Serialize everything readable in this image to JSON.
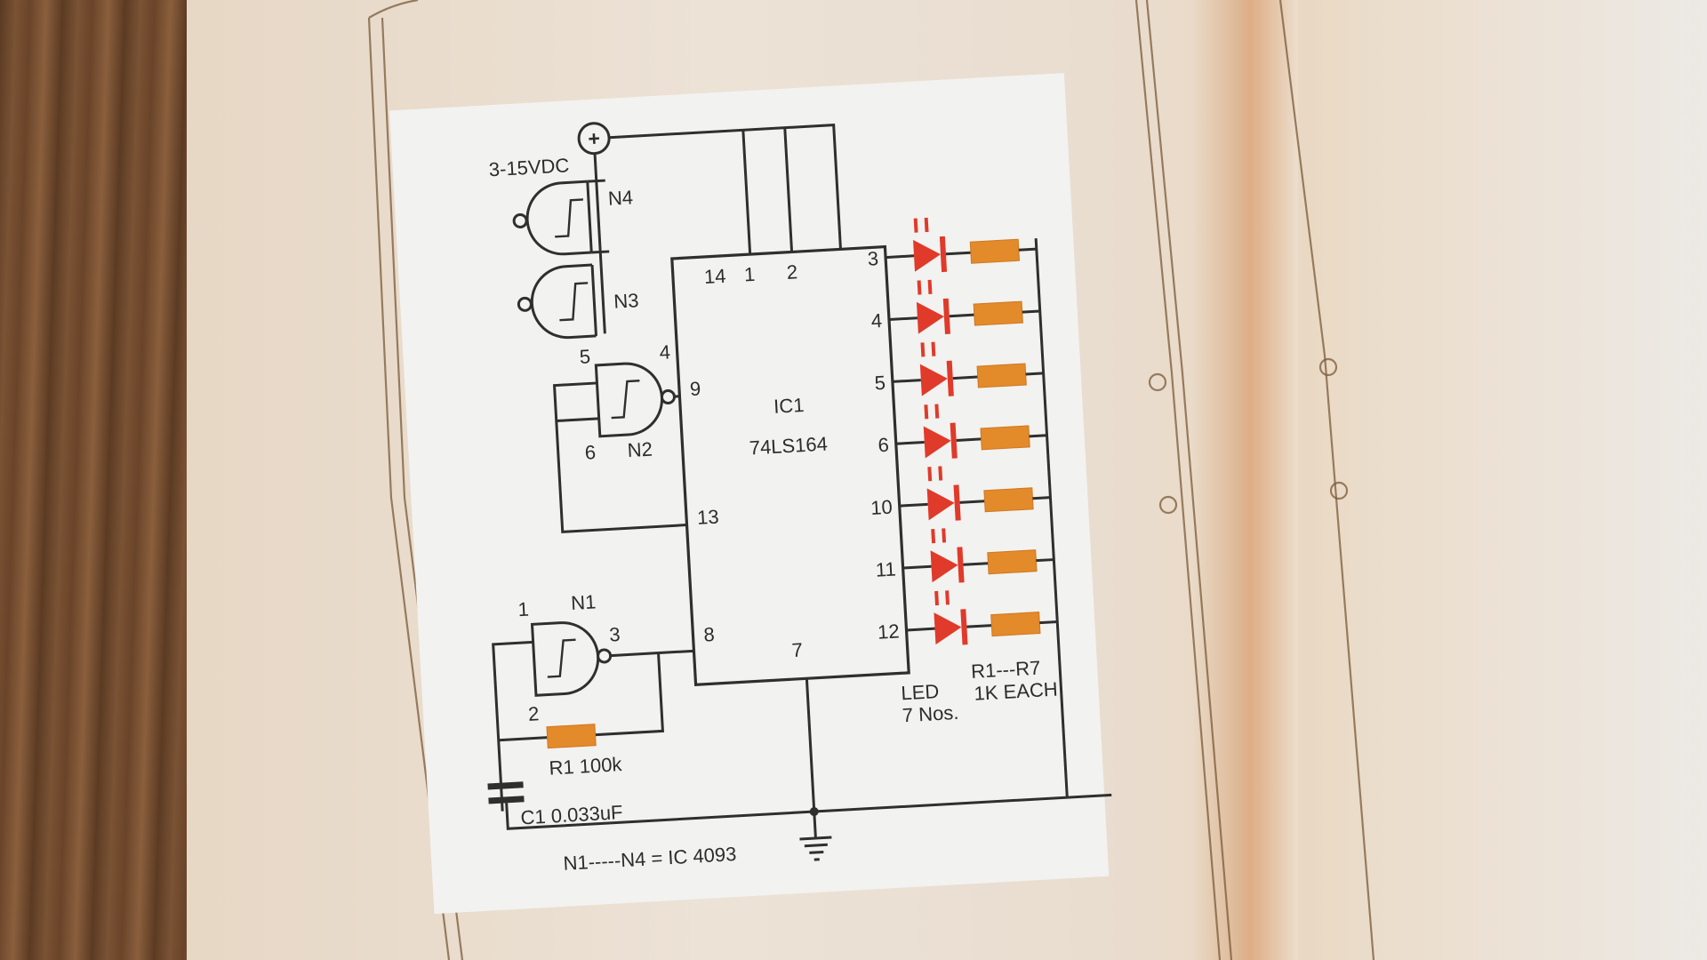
{
  "supply": {
    "symbol": "+",
    "label": "3-15VDC"
  },
  "gates": {
    "n4": "N4",
    "n3": "N3",
    "n2": "N2",
    "n1": "N1"
  },
  "gate_pins": {
    "n2_in_a": "5",
    "n2_out": "4",
    "n2_in_b": "6",
    "n1_in_a": "1",
    "n1_out": "3",
    "n1_in_b": "2"
  },
  "ic": {
    "name": "IC1",
    "part": "74LS164",
    "pins": {
      "p14": "14",
      "p1": "1",
      "p2": "2",
      "p9": "9",
      "p13": "13",
      "p8": "8",
      "p7": "7"
    },
    "outputs": [
      "3",
      "4",
      "5",
      "6",
      "10",
      "11",
      "12"
    ]
  },
  "components": {
    "r1": "R1  100k",
    "c1": "C1 0.033uF",
    "led_label_1": "LED",
    "led_label_2": "7 Nos.",
    "res_label_1": "R1---R7",
    "res_label_2": "1K EACH",
    "note": "N1-----N4 = IC 4093"
  },
  "colors": {
    "led": "#e03a2a",
    "resistor": "#e38a2b",
    "wire": "#2f2f2f",
    "paper": "#f2f2f0"
  }
}
